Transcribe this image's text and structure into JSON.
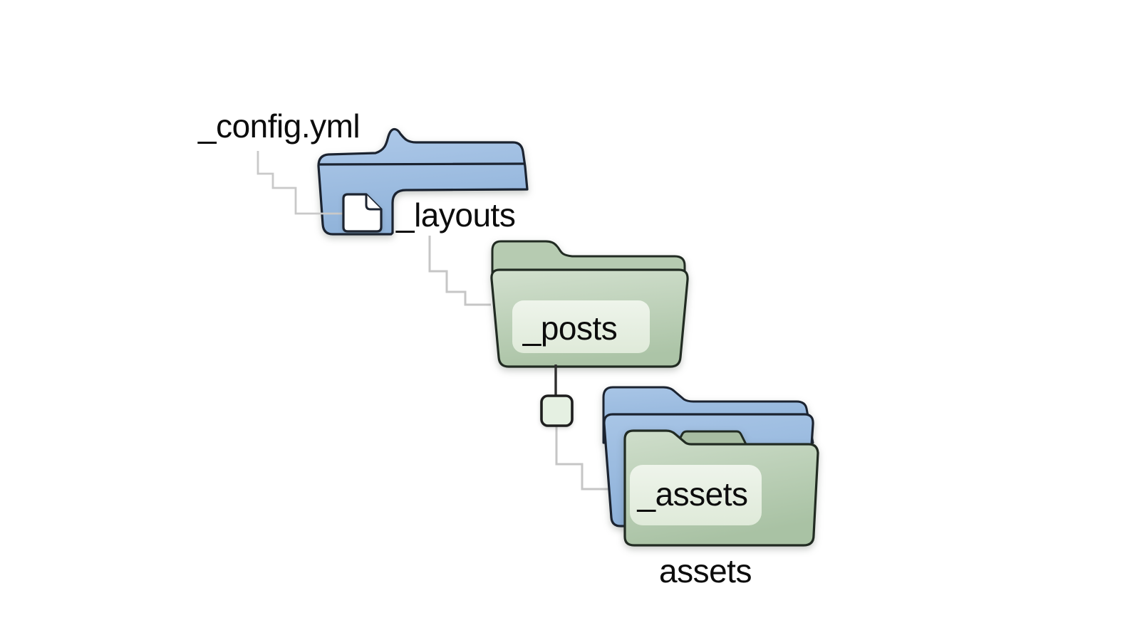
{
  "diagram": {
    "background": "#ffffff",
    "labels": {
      "config_file": "_config.yml",
      "layouts_folder": "_layouts",
      "posts_folder": "_posts",
      "assets_folder": "_assets",
      "assets_caption": "assets"
    },
    "icons": {
      "document_icon": "white page with folded corner inside blue folder",
      "connector_square": "small rounded square node between _posts and _assets"
    },
    "colors": {
      "folder_blue": "#a9c6e7",
      "folder_blue_shade": "#8fb2d9",
      "folder_green": "#d2e0ce",
      "folder_green_shade": "#abc3a6",
      "folder_green_back": "#b6cbb1",
      "folder_green_back_dark": "#a7bda2",
      "label_plate": "#edf3ea",
      "label_plate_shade": "#dfead9",
      "connector_square_fill": "#e5f0e2",
      "outline_blue": "#1b2330",
      "outline_green": "#212b22",
      "connector_gray": "#c6c6c6",
      "connector_dark": "#2f2f2f",
      "text": "#0c0c0c"
    },
    "connections": [
      {
        "from": "_config.yml",
        "to": "_layouts folder document",
        "style": "stepped",
        "color": "gray"
      },
      {
        "from": "_layouts",
        "to": "_posts folder",
        "style": "stepped",
        "color": "gray"
      },
      {
        "from": "_posts folder",
        "to": "connector square",
        "style": "straight",
        "color": "dark"
      },
      {
        "from": "connector square",
        "to": "_assets folder stack",
        "style": "stepped",
        "color": "gray"
      }
    ]
  }
}
